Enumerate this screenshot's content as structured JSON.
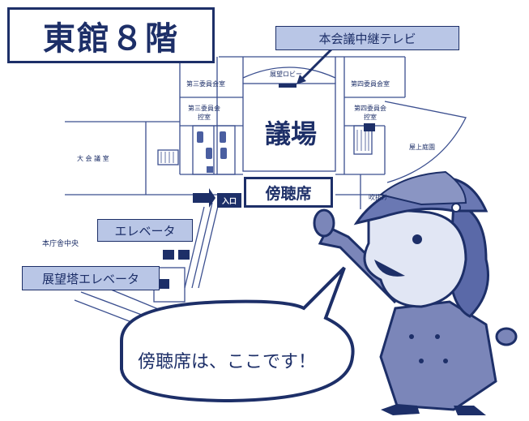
{
  "title": "東館８階",
  "callouts": {
    "tv_relay": "本会議中継テレビ",
    "elevator": "エレベータ",
    "tower_elevator": "展望塔エレベータ"
  },
  "rooms": {
    "observation_lobby": "展望ロビー",
    "committee_3": "第三委員会室",
    "committee_3_waiting": "第三委員会\n控室",
    "committee_4": "第四委員会室",
    "committee_4_waiting": "第四委員会\n控室",
    "assembly_chamber": "議場",
    "gallery": "傍聴席",
    "large_conference": "大 会 議 室",
    "rooftop_garden": "屋上庭園",
    "atrium": "吹抜け",
    "main_building_center": "本庁舎中央",
    "entrance": "入口"
  },
  "speech_bubble": "傍聴席は、ここです！",
  "colors": {
    "navy": "#1d2f68",
    "fill": "#b9c6e6",
    "floor_line": "#3b4f8f"
  }
}
